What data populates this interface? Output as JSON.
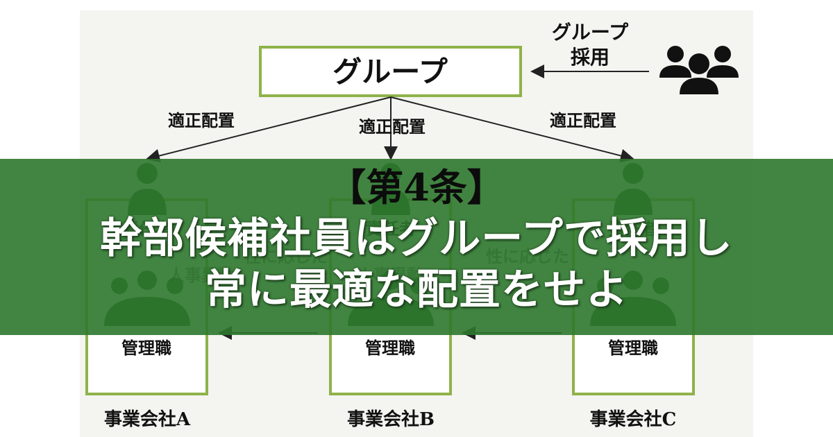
{
  "diagram": {
    "group_box_label": "グループ",
    "recruitment_label": [
      "グループ",
      "採用"
    ],
    "placement_labels": [
      "適正配置",
      "適正配置",
      "適正配置"
    ],
    "manager_role_label": "責任者",
    "management_label": "管理職",
    "companies": [
      "事業会社A",
      "事業会社B",
      "事業会社C"
    ],
    "hidden_fragments": [
      "性に応じた",
      "人事異動"
    ],
    "accent_color": "#8fb24a",
    "figure_color": "#1f4a1f"
  },
  "banner": {
    "heading": "【第4条】",
    "line1": "幹部候補社員はグループで採用し",
    "line2": "常に最適な配置をせよ",
    "background_color": "#2e782e"
  }
}
